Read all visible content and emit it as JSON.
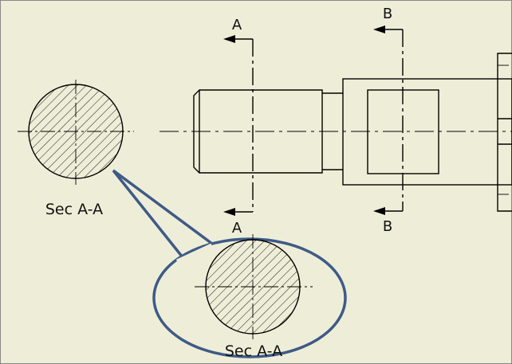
{
  "cutting_planes": {
    "a": {
      "top_label": "A",
      "bottom_label": "A"
    },
    "b": {
      "top_label": "B",
      "bottom_label": "B"
    }
  },
  "section_view": {
    "caption": "Sec A-A"
  },
  "callout": {
    "caption": "Sec A-A"
  },
  "colors": {
    "background": "#eeeed8",
    "line": "#000000",
    "callout_outline": "#3e5a87"
  }
}
